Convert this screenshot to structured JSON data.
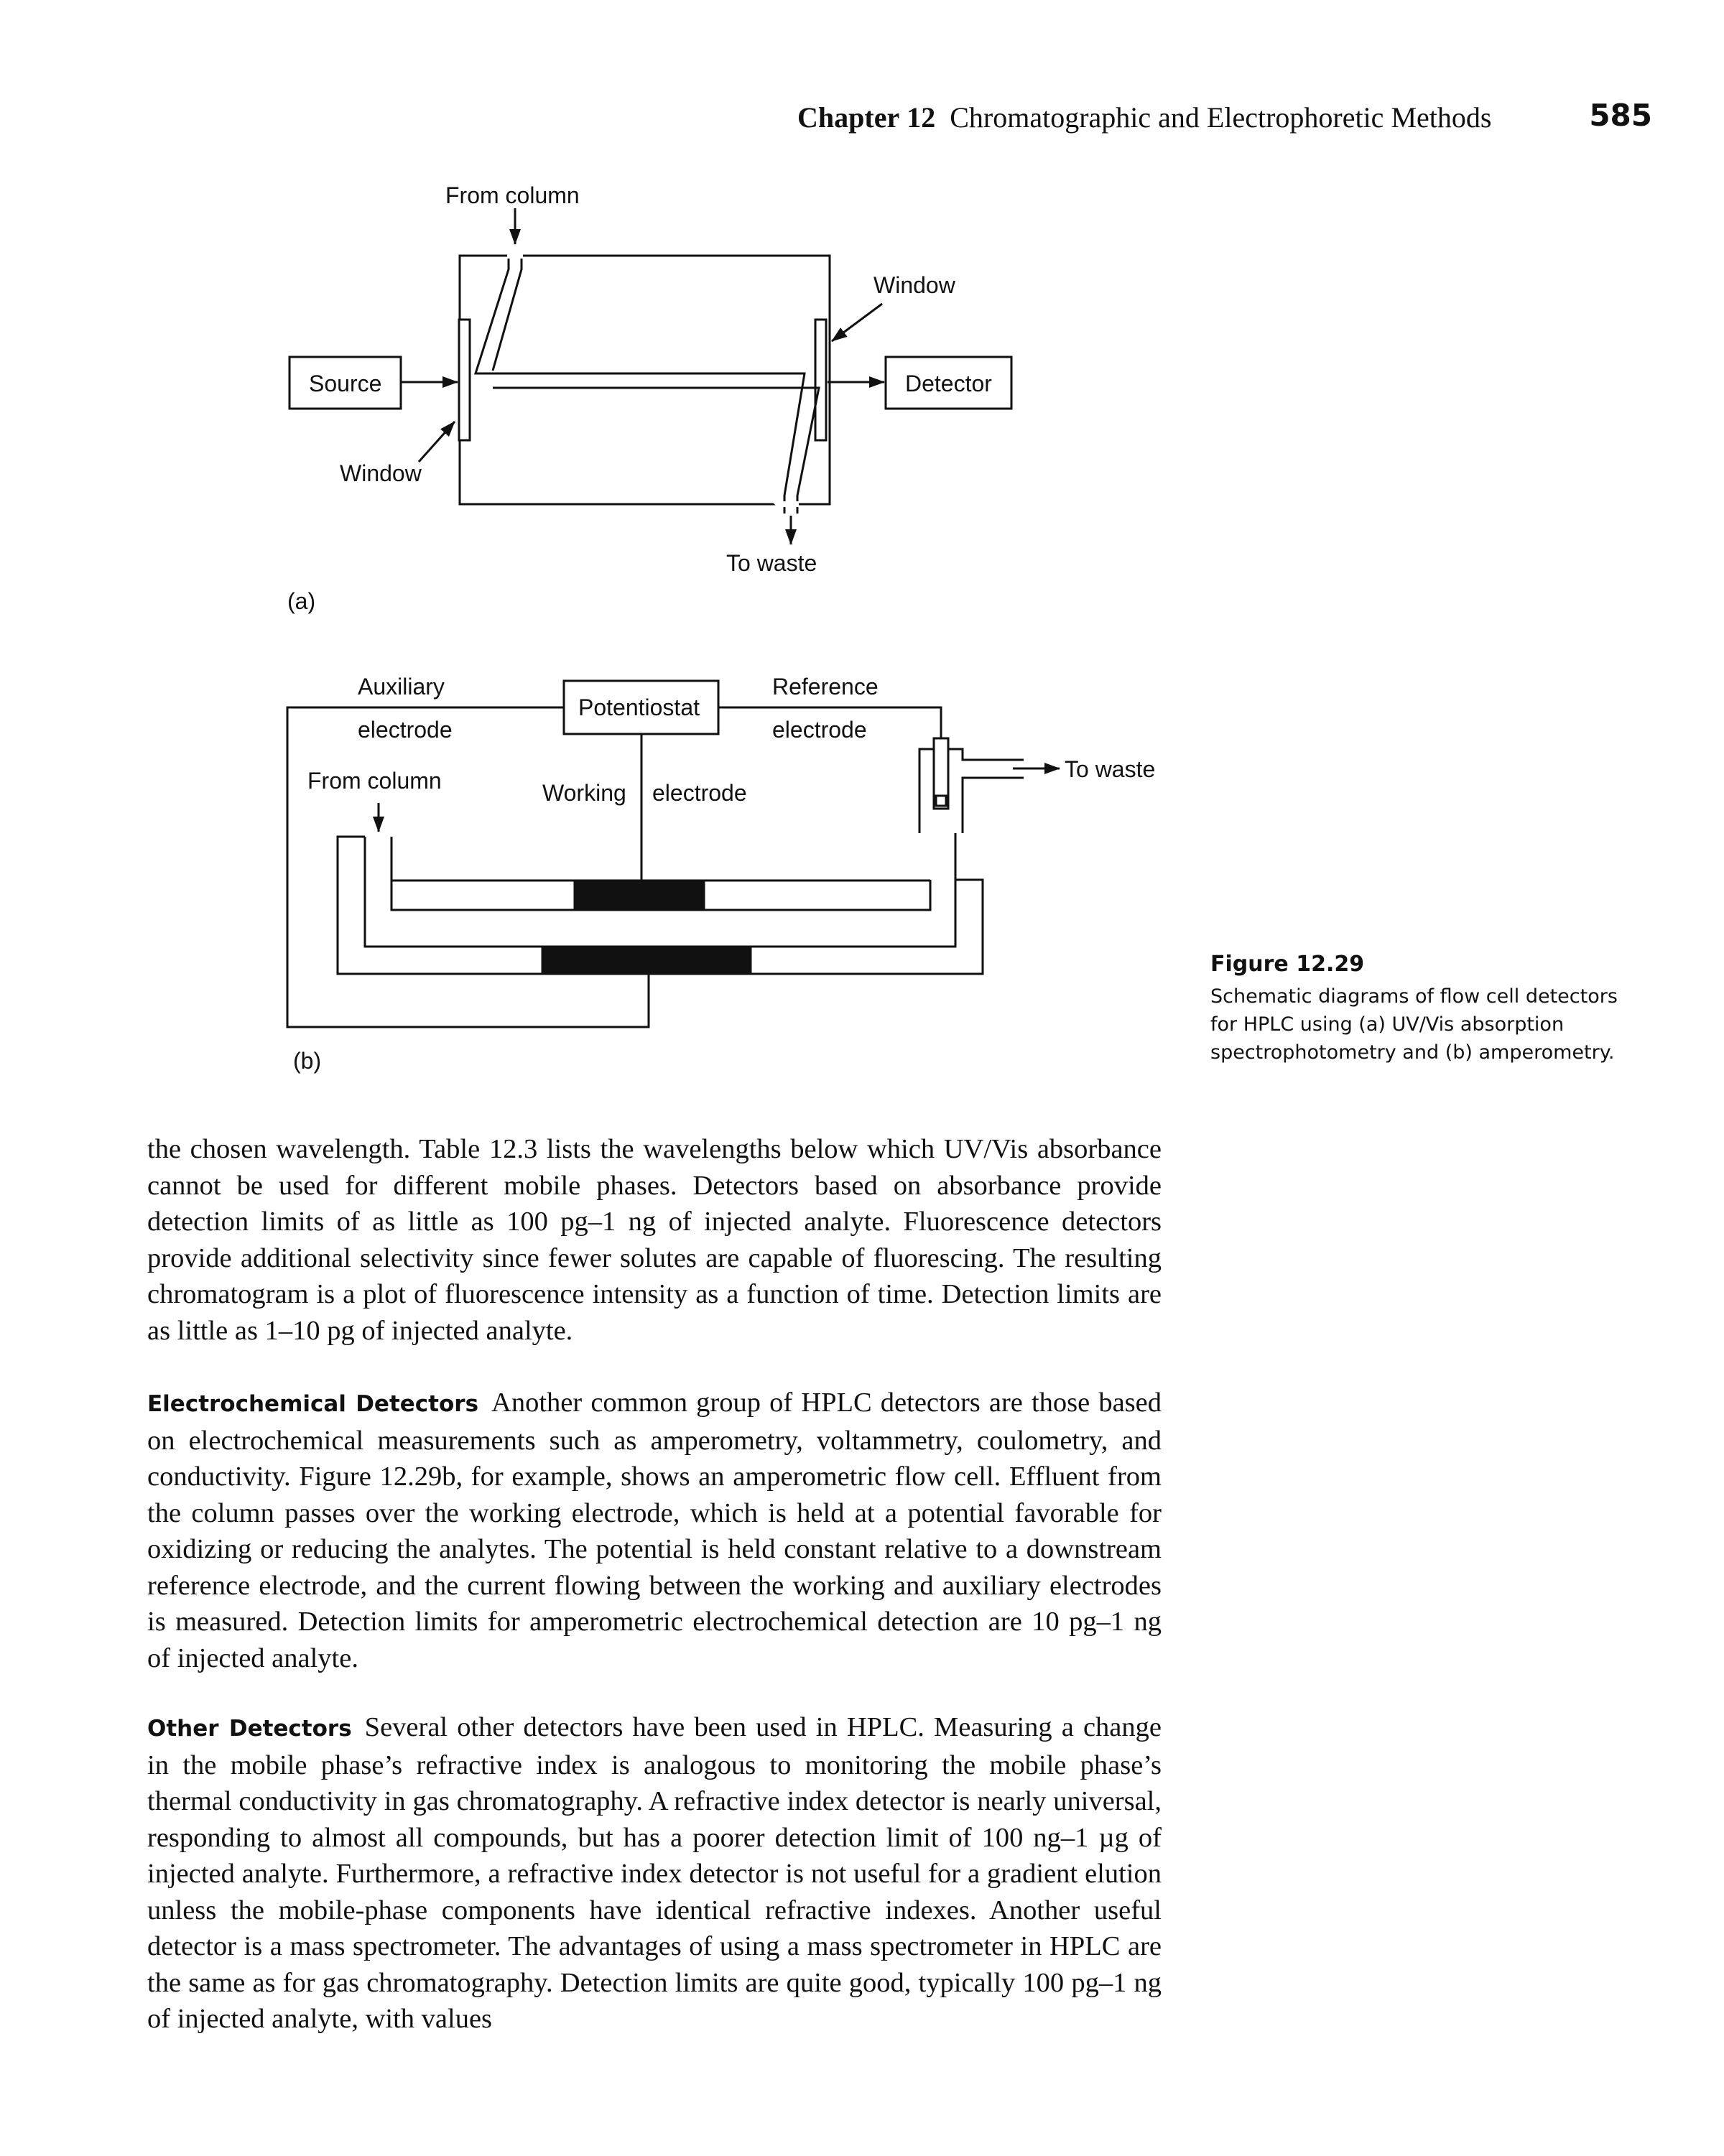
{
  "header": {
    "chapter_label": "Chapter",
    "chapter_number": "12",
    "chapter_title": "Chromatographic and Electrophoretic Methods",
    "page_number": "585"
  },
  "figure": {
    "panel_a": {
      "from_column": "From column",
      "window_top": "Window",
      "source": "Source",
      "detector": "Detector",
      "window_bottom": "Window",
      "to_waste": "To waste",
      "panel_label": "(a)"
    },
    "panel_b": {
      "auxiliary": "Auxiliary",
      "electrode_left": "electrode",
      "potentiostat": "Potentiostat",
      "reference": "Reference",
      "electrode_right": "electrode",
      "to_waste": "To waste",
      "from_column": "From column",
      "working": "Working",
      "electrode_working": "electrode",
      "panel_label": "(b)"
    }
  },
  "caption": {
    "label": "Figure 12.29",
    "text": "Schematic diagrams of flow cell detectors for HPLC using (a) UV/Vis absorption spectrophotometry and (b) amperometry."
  },
  "body": {
    "p1": "the chosen wavelength. Table 12.3 lists the wavelengths below which UV/Vis absorbance cannot be used for different mobile phases. Detectors based on absorbance provide detection limits of as little as 100 pg–1 ng of injected analyte. Fluorescence detectors provide additional selectivity since fewer solutes are capable of fluorescing. The resulting chromatogram is a plot of fluorescence intensity as a function of time. Detection limits are as little as 1–10 pg of injected analyte.",
    "p2_heading": "Electrochemical Detectors",
    "p2": "Another common group of HPLC detectors are those based on electrochemical measurements such as amperometry, voltammetry, coulometry, and conductivity. Figure 12.29b, for example, shows an amperometric flow cell. Effluent from the column passes over the working electrode, which is held at a potential favorable for oxidizing or reducing the analytes. The potential is held constant relative to a downstream reference electrode, and the current flowing between the working and auxiliary electrodes is measured. Detection limits for amperometric electrochemical detection are 10 pg–1 ng of injected analyte.",
    "p3_heading": "Other Detectors",
    "p3": "Several other detectors have been used in HPLC. Measuring a change in the mobile phase’s refractive index is analogous to monitoring the mobile phase’s thermal conductivity in gas chromatography. A refractive index detector is nearly universal, responding to almost all compounds, but has a poorer detection limit of 100 ng–1 µg of injected analyte. Furthermore, a refractive index detector is not useful for a gradient elution unless the mobile-phase components have identical refractive indexes. Another useful detector is a mass spectrometer. The advantages of using a mass spectrometer in HPLC are the same as for gas chromatography. Detection limits are quite good, typically 100 pg–1 ng of injected analyte, with values"
  }
}
